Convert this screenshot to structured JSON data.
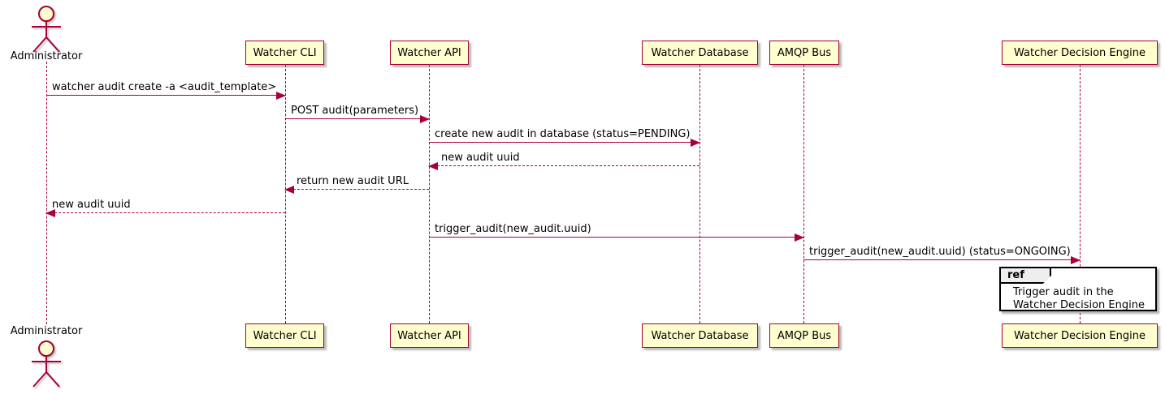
{
  "diagram": {
    "kind": "sequence-diagram",
    "tool_style": "plantuml"
  },
  "participants": [
    {
      "id": "administrator",
      "label": "Administrator",
      "kind": "actor"
    },
    {
      "id": "watcher-cli",
      "label": "Watcher CLI",
      "kind": "participant"
    },
    {
      "id": "watcher-api",
      "label": "Watcher API",
      "kind": "participant"
    },
    {
      "id": "watcher-database",
      "label": "Watcher Database",
      "kind": "participant"
    },
    {
      "id": "amqp-bus",
      "label": "AMQP Bus",
      "kind": "participant"
    },
    {
      "id": "watcher-decision-engine",
      "label": "Watcher Decision Engine",
      "kind": "participant"
    }
  ],
  "messages": [
    {
      "from": "administrator",
      "to": "watcher-cli",
      "label": "watcher audit create -a <audit_template>",
      "style": "solid",
      "direction": "right"
    },
    {
      "from": "watcher-cli",
      "to": "watcher-api",
      "label": "POST audit(parameters)",
      "style": "solid",
      "direction": "right"
    },
    {
      "from": "watcher-api",
      "to": "watcher-database",
      "label": "create new audit in database (status=PENDING)",
      "style": "solid",
      "direction": "right"
    },
    {
      "from": "watcher-database",
      "to": "watcher-api",
      "label": "new audit uuid",
      "style": "dashed",
      "direction": "left"
    },
    {
      "from": "watcher-api",
      "to": "watcher-cli",
      "label": "return new audit URL",
      "style": "dashed",
      "direction": "left"
    },
    {
      "from": "watcher-cli",
      "to": "administrator",
      "label": "new audit uuid",
      "style": "dashed",
      "direction": "left"
    },
    {
      "from": "watcher-api",
      "to": "amqp-bus",
      "label": "trigger_audit(new_audit.uuid)",
      "style": "solid",
      "direction": "right"
    },
    {
      "from": "amqp-bus",
      "to": "watcher-decision-engine",
      "label": "trigger_audit(new_audit.uuid) (status=ONGOING)",
      "style": "solid",
      "direction": "right"
    }
  ],
  "ref_fragment": {
    "keyword": "ref",
    "over": "watcher-decision-engine",
    "lines": {
      "0": "Trigger audit in the",
      "1": "Watcher Decision Engine"
    }
  },
  "colors": {
    "participant_fill": "#fefece",
    "participant_border": "#a80036",
    "arrow": "#a80036",
    "lifeline": "#a80036",
    "ref_border": "#000000",
    "ref_tab_fill": "#eeeeee",
    "text": "#000000",
    "background": "#ffffff"
  }
}
